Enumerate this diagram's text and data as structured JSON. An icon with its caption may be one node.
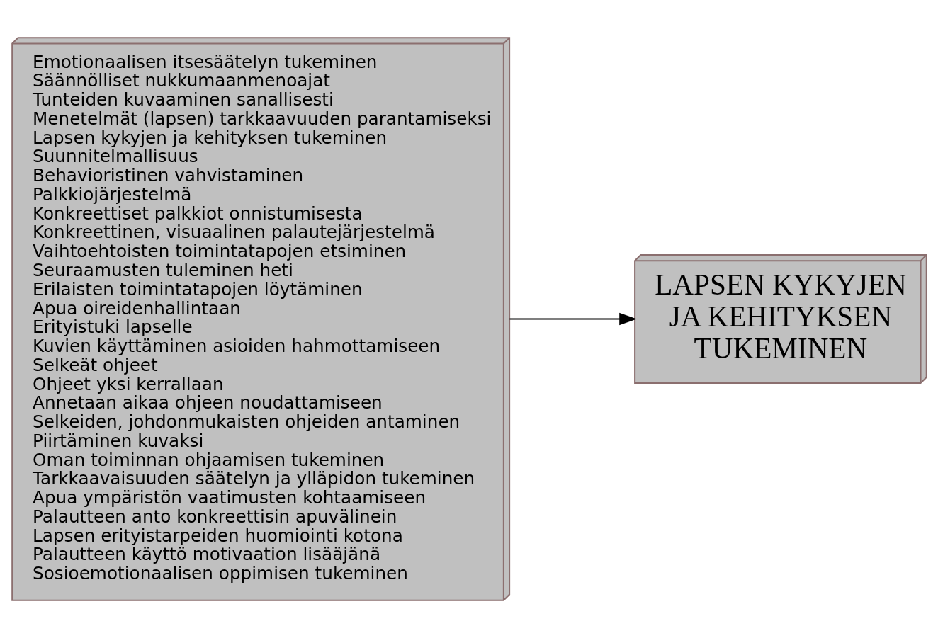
{
  "diagram": {
    "nodes": [
      {
        "text": [
          "Emotionaalisen itsesäätelyn tukeminen",
          "Säännölliset nukkumaanmenoajat",
          "Tunteiden kuvaaminen sanallisesti",
          "Menetelmät (lapsen) tarkkaavuuden parantamiseksi",
          "Lapsen kykyjen ja kehityksen tukeminen",
          "Suunnitelmallisuus",
          "Behavioristinen vahvistaminen",
          "Palkkiojärjestelmä",
          "Konkreettiset palkkiot onnistumisesta",
          "Konkreettinen, visuaalinen palautejärjestelmä",
          "Vaihtoehtoisten toimintatapojen etsiminen",
          "Seuraamusten tuleminen heti",
          "Erilaisten toimintatapojen löytäminen",
          "Apua oireidenhallintaan",
          "Erityistuki lapselle",
          "Kuvien käyttäminen asioiden hahmottamiseen",
          "Selkeät ohjeet",
          "Ohjeet yksi kerrallaan",
          "Annetaan aikaa ohjeen noudattamiseen",
          "Selkeiden, johdonmukaisten ohjeiden antaminen",
          "Piirtäminen kuvaksi",
          "Oman toiminnan ohjaamisen tukeminen",
          "Tarkkaavaisuuden säätelyn ja ylläpidon tukeminen",
          "Apua ympäristön vaatimusten kohtaamiseen",
          "Palautteen anto konkreettisin apuvälinein",
          "Lapsen erityistarpeiden huomiointi kotona",
          "Palautteen käyttö motivaation lisääjänä",
          "Sosioemotionaalisen oppimisen tukeminen"
        ]
      },
      {
        "text": [
          "LAPSEN KYKYJEN JA KEHITYKSEN TUKEMINEN"
        ]
      }
    ],
    "edges": [
      {
        "from": 0,
        "to": 1,
        "arrow": "to"
      }
    ]
  }
}
